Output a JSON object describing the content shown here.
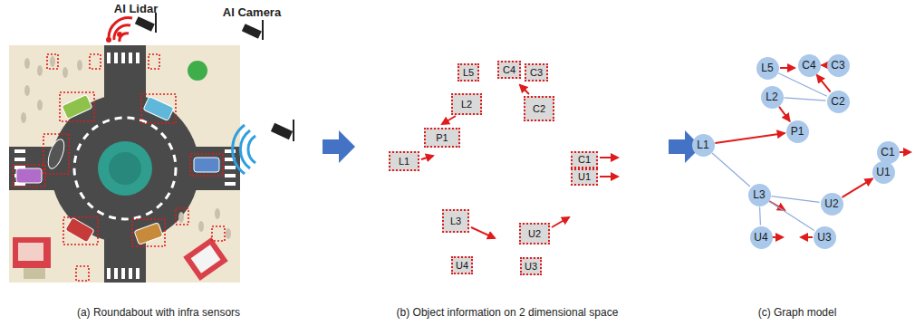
{
  "diagram": {
    "nodes": [
      {
        "text": [
          "L5"
        ]
      },
      {
        "text": [
          "C4"
        ]
      },
      {
        "text": [
          "C3"
        ]
      },
      {
        "text": [
          "L2"
        ]
      },
      {
        "text": [
          "C2"
        ]
      },
      {
        "text": [
          "P1"
        ]
      },
      {
        "text": [
          "L1"
        ]
      },
      {
        "text": [
          "C1"
        ]
      },
      {
        "text": [
          "U1"
        ]
      },
      {
        "text": [
          "L3"
        ]
      },
      {
        "text": [
          "U2"
        ]
      },
      {
        "text": [
          "U4"
        ]
      },
      {
        "text": [
          "U3"
        ]
      },
      {
        "text": [
          "L5"
        ]
      },
      {
        "text": [
          "C4"
        ]
      },
      {
        "text": [
          "C3"
        ]
      },
      {
        "text": [
          "L2"
        ]
      },
      {
        "text": [
          "C2"
        ]
      },
      {
        "text": [
          "P1"
        ]
      },
      {
        "text": [
          "L1"
        ]
      },
      {
        "text": [
          "C1"
        ]
      },
      {
        "text": [
          "U1"
        ]
      },
      {
        "text": [
          "L3"
        ]
      },
      {
        "text": [
          "U2"
        ]
      },
      {
        "text": [
          "U4"
        ]
      },
      {
        "text": [
          "U3"
        ]
      }
    ],
    "edges": [
      {
        "from": 13,
        "to": 17,
        "arrow": "none"
      },
      {
        "from": 16,
        "to": 17,
        "arrow": "none"
      },
      {
        "from": 19,
        "to": 22,
        "arrow": "none"
      },
      {
        "from": 22,
        "to": 23,
        "arrow": "none"
      },
      {
        "from": 22,
        "to": 25,
        "arrow": "none"
      },
      {
        "from": 22,
        "to": 24,
        "arrow": "none"
      },
      {
        "from": 21,
        "to": 20,
        "arrow": "none"
      },
      {
        "from": 19,
        "to": 18,
        "arrow": "to"
      },
      {
        "from": 16,
        "to": 18,
        "arrow": "to"
      },
      {
        "from": 23,
        "to": 21,
        "arrow": "to"
      },
      {
        "from": 17,
        "to": 14,
        "arrow": "to"
      },
      {
        "from": 15,
        "to": 14,
        "arrow": "to"
      }
    ],
    "labels": [
      "AI Lidar",
      "AI Camera",
      "(a) Roundabout with infra sensors",
      "(b) Object information on 2 dimensional space",
      "(c) Graph model"
    ]
  }
}
